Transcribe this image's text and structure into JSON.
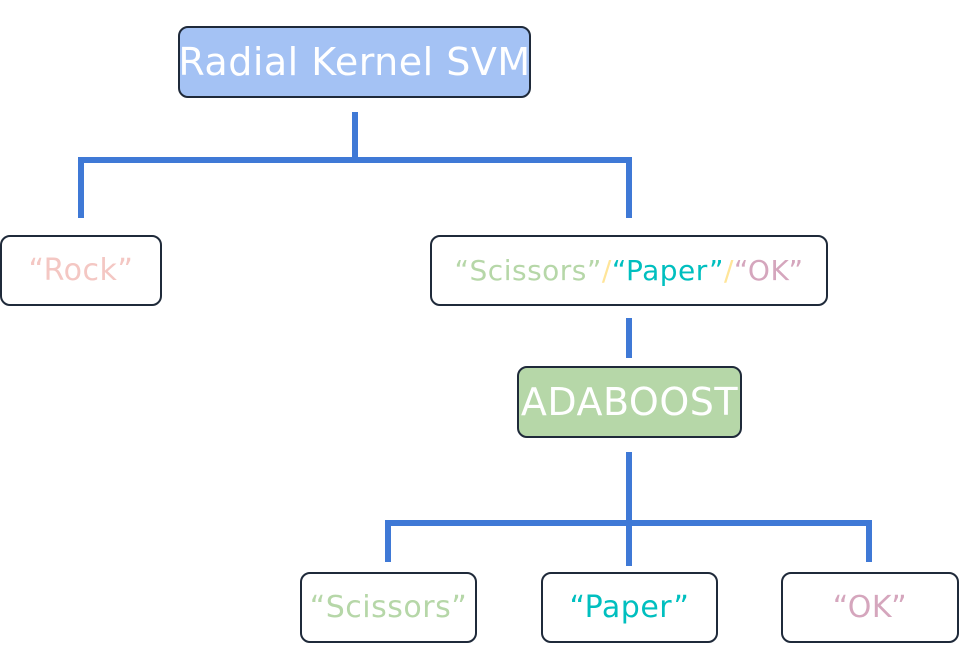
{
  "colors": {
    "connector": "#3f79d6",
    "border": "#1f2a3a",
    "root_fill": "#a4c2f4",
    "ada_fill": "#b6d7a8",
    "rock": "#f4c7c3",
    "scissors": "#b6d7a8",
    "paper": "#00bfbf",
    "ok": "#d5a6bd",
    "separator": "#ffe599"
  },
  "nodes": {
    "root": {
      "label": "Radial Kernel SVM"
    },
    "rock": {
      "label": "“Rock”"
    },
    "rest": {
      "scissors": "“Scissors”",
      "sep1": "/ ",
      "paper": "“Paper”",
      "sep2": "/ ",
      "ok": "“OK”"
    },
    "ada": {
      "label": "ADABOOST"
    },
    "scissors": {
      "label": "“Scissors”"
    },
    "paper": {
      "label": "“Paper”"
    },
    "ok": {
      "label": "“OK”"
    }
  }
}
